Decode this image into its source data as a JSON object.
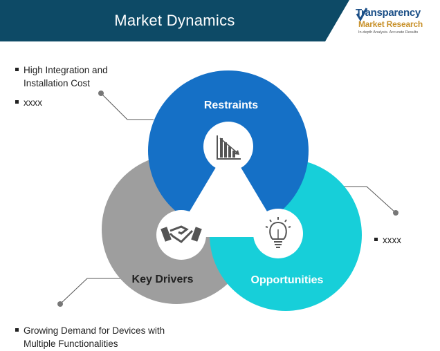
{
  "header": {
    "title": "Market Dynamics",
    "bg_color": "#0d4a66"
  },
  "logo": {
    "line1": "Transparency",
    "line2": "Market Research",
    "tagline": "In-depth Analysis. Accurate Results"
  },
  "segments": {
    "restraints": {
      "label": "Restraints",
      "color": "#1570c6",
      "icon": "declining-chart-icon"
    },
    "opportunities": {
      "label": "Opportunities",
      "color": "#17cfd9",
      "icon": "lightbulb-icon"
    },
    "key_drivers": {
      "label": "Key Drivers",
      "color": "#9e9e9e",
      "icon": "handshake-icon"
    }
  },
  "bullets": {
    "restraints": [
      "High Integration and Installation Cost",
      "xxxx"
    ],
    "opportunities": [
      "xxxx"
    ],
    "key_drivers": [
      "Growing Demand for Devices with Multiple Functionalities"
    ]
  }
}
